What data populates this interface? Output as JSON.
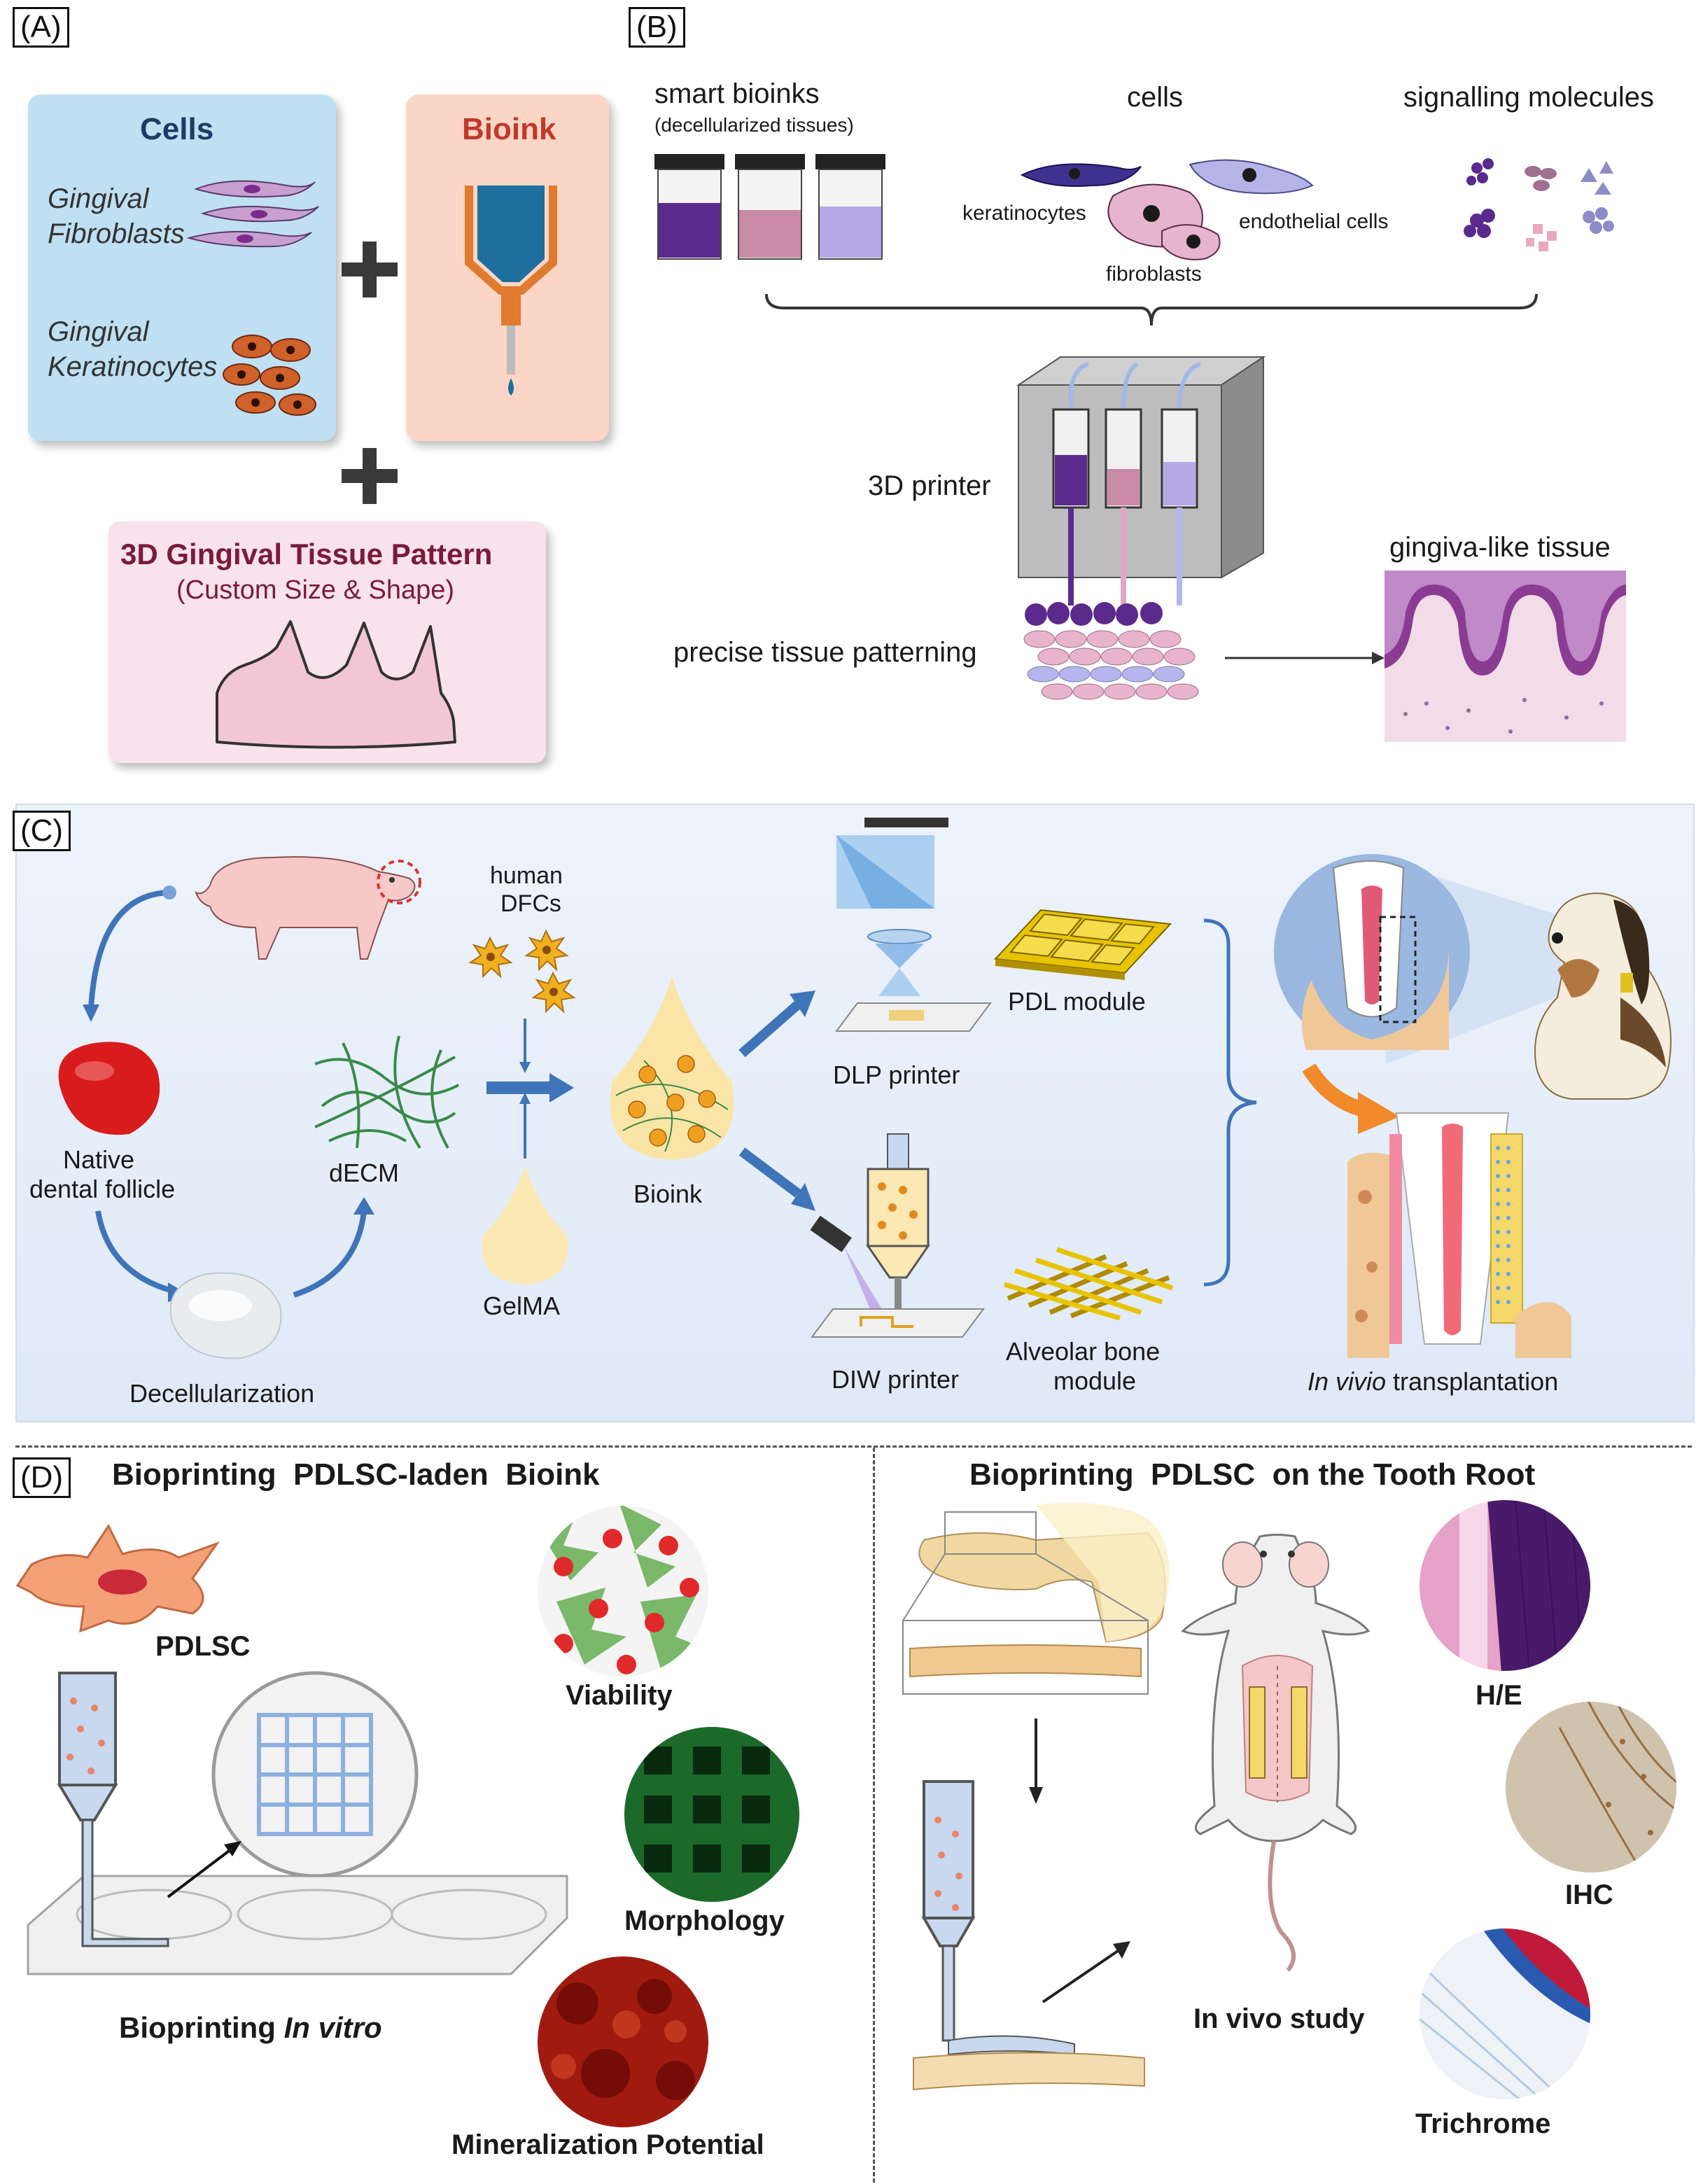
{
  "panels": {
    "a": {
      "label": "(A)",
      "cells_title": "Cells",
      "fibroblasts_line1": "Gingival",
      "fibroblasts_line2": "Fibroblasts",
      "keratinocytes_line1": "Gingival",
      "keratinocytes_line2": "Keratinocytes",
      "bioink_title": "Bioink",
      "pattern_title": "3D Gingival Tissue Pattern",
      "pattern_subtitle": "(Custom Size & Shape)"
    },
    "b": {
      "label": "(B)",
      "smart_bioinks": "smart bioinks",
      "decellularized": "(decellularized tissues)",
      "cells": "cells",
      "signalling": "signalling molecules",
      "keratinocytes": "keratinocytes",
      "endothelial": "endothelial cells",
      "fibroblasts": "fibroblasts",
      "printer": "3D printer",
      "patterning": "precise tissue patterning",
      "gingiva_like": "gingiva-like tissue"
    },
    "c": {
      "label": "(C)",
      "human": "human",
      "dfcs": "DFCs",
      "native_line1": "Native",
      "native_line2": "dental follicle",
      "decellularization": "Decellularization",
      "decm": "dECM",
      "gelma": "GelMA",
      "bioink": "Bioink",
      "dlp": "DLP printer",
      "diw": "DIW printer",
      "pdl_module": "PDL module",
      "alveolar_line1": "Alveolar bone",
      "alveolar_line2": "module",
      "in_vivo_italic": "In vivio",
      "in_vivo_rest": " transplantation"
    },
    "d": {
      "label": "(D)",
      "left_title": "Bioprinting  PDLSC-laden  Bioink",
      "right_title": "Bioprinting  PDLSC  on the Tooth Root",
      "pdlsc": "PDLSC",
      "viability": "Viability",
      "morphology": "Morphology",
      "mineralization": "Mineralization Potential",
      "bioprinting": "Bioprinting ",
      "in_vitro": "In vitro",
      "in_vivo_study": "In vivo study",
      "he": "H/E",
      "ihc": "IHC",
      "trichrome": "Trichrome"
    }
  },
  "colors": {
    "cells_box": "#bfe0f2",
    "bioink_box": "#fbd6c6",
    "pattern_box": "#f8e2ec",
    "pattern_title": "#7a1b3c",
    "bioink_title": "#c0392b",
    "cells_title": "#1f3a66",
    "panel_c_bg": "#e8f0fa",
    "arrow_blue": "#3f74b8",
    "purple_ink": "#5a2a8c",
    "pink_ink": "#c88aa5",
    "lilac_ink": "#b6a8e6"
  }
}
